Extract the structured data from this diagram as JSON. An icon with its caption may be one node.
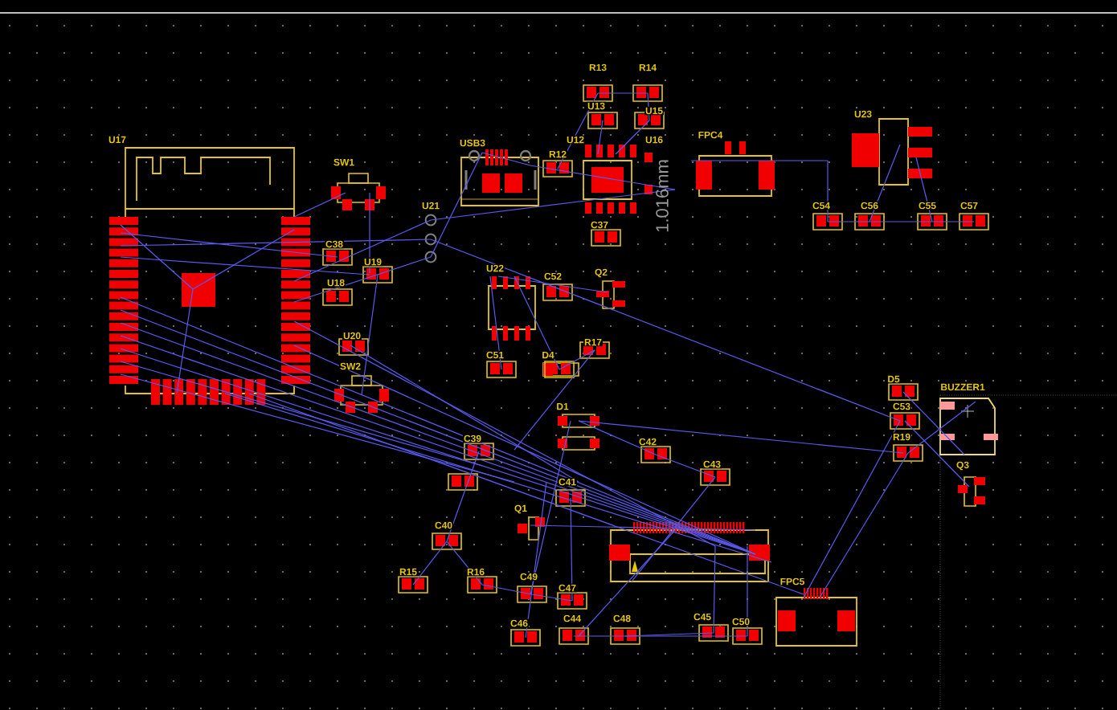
{
  "diagram": {
    "labels": [
      "R13",
      "R14",
      "U13",
      "U15",
      "U23",
      "FPC4",
      "U17",
      "U12",
      "U16",
      "USB3",
      "R12",
      "SW1",
      "1.016mm",
      "C54",
      "C56",
      "C55",
      "C57",
      "U21",
      "C37",
      "C38",
      "U19",
      "U22",
      "Q2",
      "C52",
      "U18",
      "U20",
      "R17",
      "C51",
      "D4",
      "SW2",
      "D5",
      "BUZZER1",
      "D1",
      "C53",
      "R19",
      "C39",
      "C42",
      "C43",
      "Q3",
      "C41",
      "Q1",
      "C40",
      "R15",
      "R16",
      "C49",
      "FPC5",
      "C47",
      "C45",
      "C44",
      "C48",
      "C50",
      "C46"
    ]
  }
}
